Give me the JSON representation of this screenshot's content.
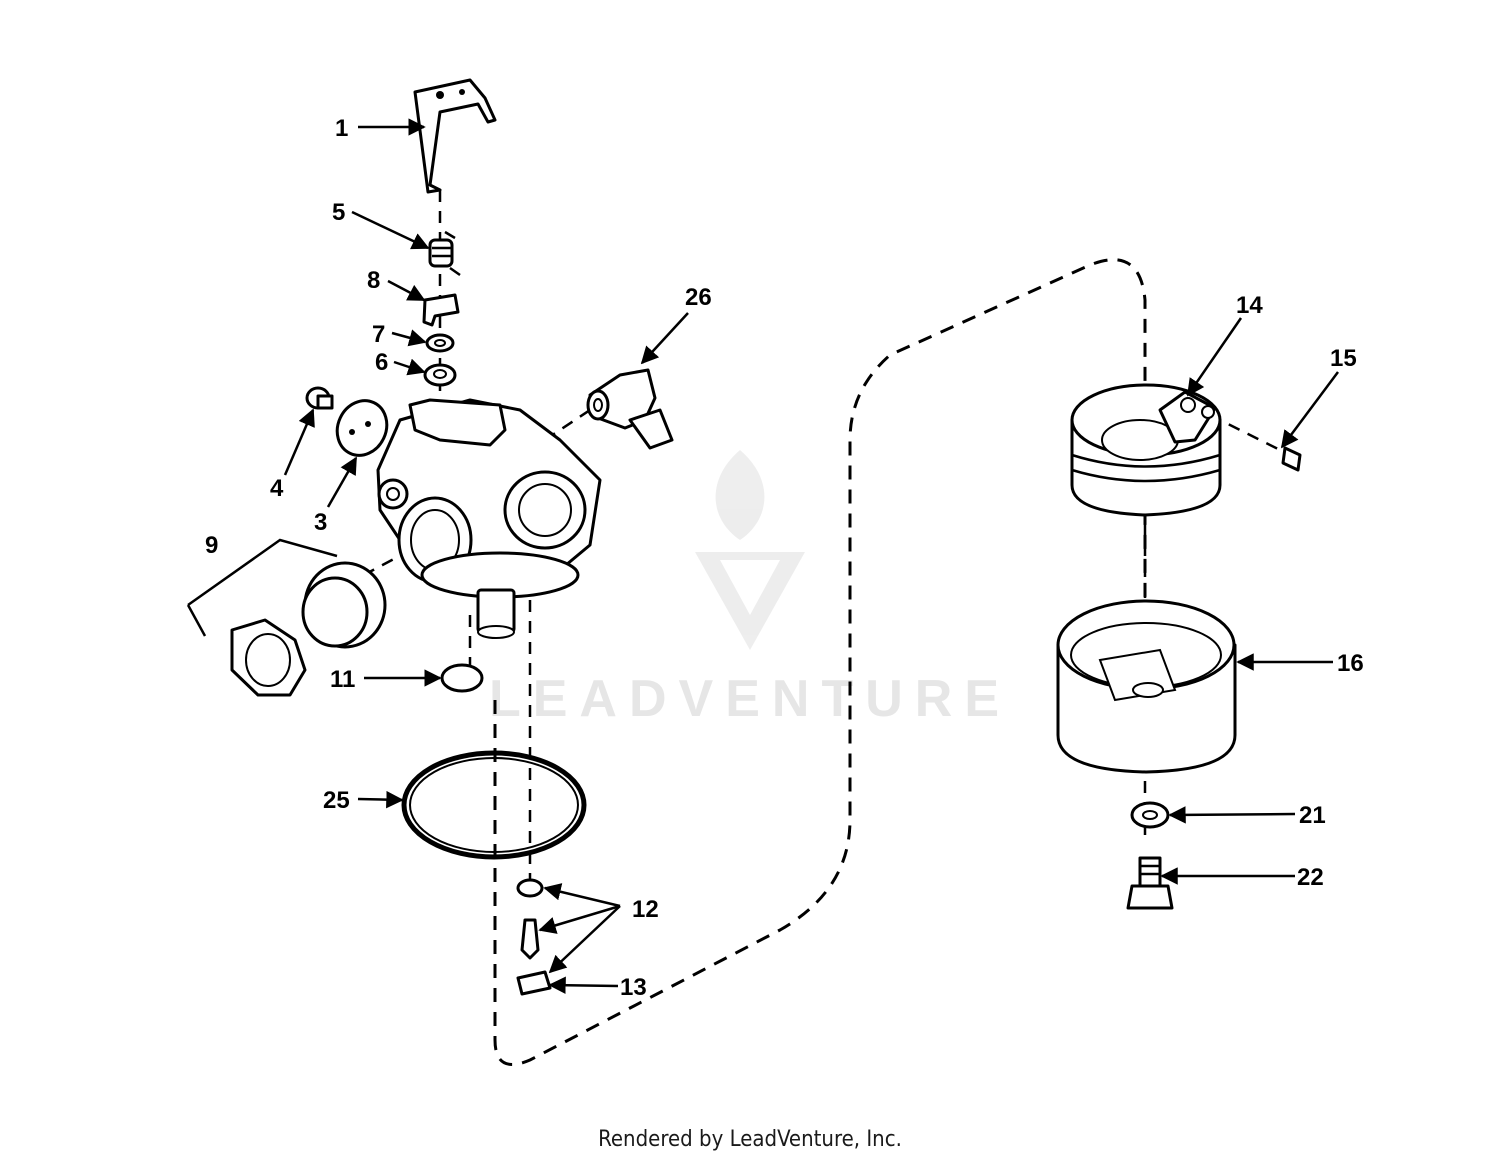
{
  "callouts": {
    "c1": "1",
    "c3": "3",
    "c4": "4",
    "c5": "5",
    "c6": "6",
    "c7": "7",
    "c8": "8",
    "c9": "9",
    "c11": "11",
    "c12": "12",
    "c13": "13",
    "c14": "14",
    "c15": "15",
    "c16": "16",
    "c21": "21",
    "c22": "22",
    "c25": "25",
    "c26": "26"
  },
  "watermark": "LEADVENTURE",
  "footer": "Rendered by LeadVenture, Inc."
}
